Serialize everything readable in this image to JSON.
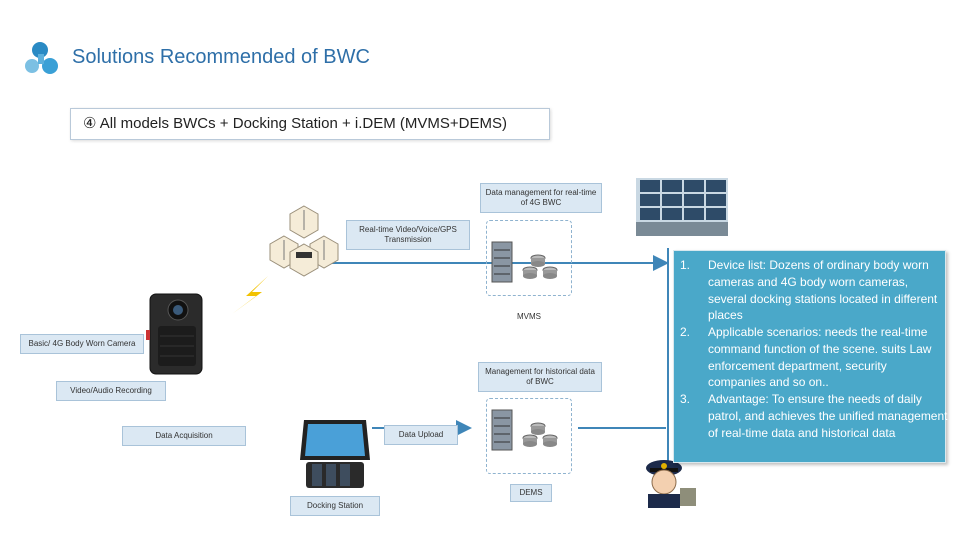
{
  "header": {
    "title": "Solutions Recommended of BWC",
    "subtitle": "④ All models BWCs + Docking Station + i.DEM (MVMS+DEMS)"
  },
  "diagram": {
    "labels": {
      "data_mgmt_realtime": "Data management for real-time of 4G BWC",
      "realtime_transmission": "Real-time Video/Voice/GPS Transmission",
      "mvms": "MVMS",
      "bwc": "Basic/ 4G Body Worn Camera",
      "mgmt_historical": "Management for historical data of BWC",
      "video_audio": "Video/Audio Recording",
      "data_upload": "Data Upload",
      "data_acquisition": "Data Acquisition",
      "dems": "DEMS",
      "docking_station": "Docking Station"
    }
  },
  "info": {
    "items": [
      {
        "num": "1.",
        "text": "Device list:  Dozens of ordinary body worn cameras and 4G body worn cameras, several docking stations located in different places"
      },
      {
        "num": "2.",
        "text": "Applicable scenarios:  needs the real-time command function of the scene. suits Law enforcement department, security companies and so on.."
      },
      {
        "num": "3.",
        "text": "Advantage:  To ensure the needs of daily patrol, and achieves the unified management of real-time data and historical data"
      }
    ]
  },
  "colors": {
    "title": "#2e6fa8",
    "label_bg": "#dbe8f3",
    "info_bg": "#4aa8c9",
    "arrow": "#3f86b8"
  }
}
